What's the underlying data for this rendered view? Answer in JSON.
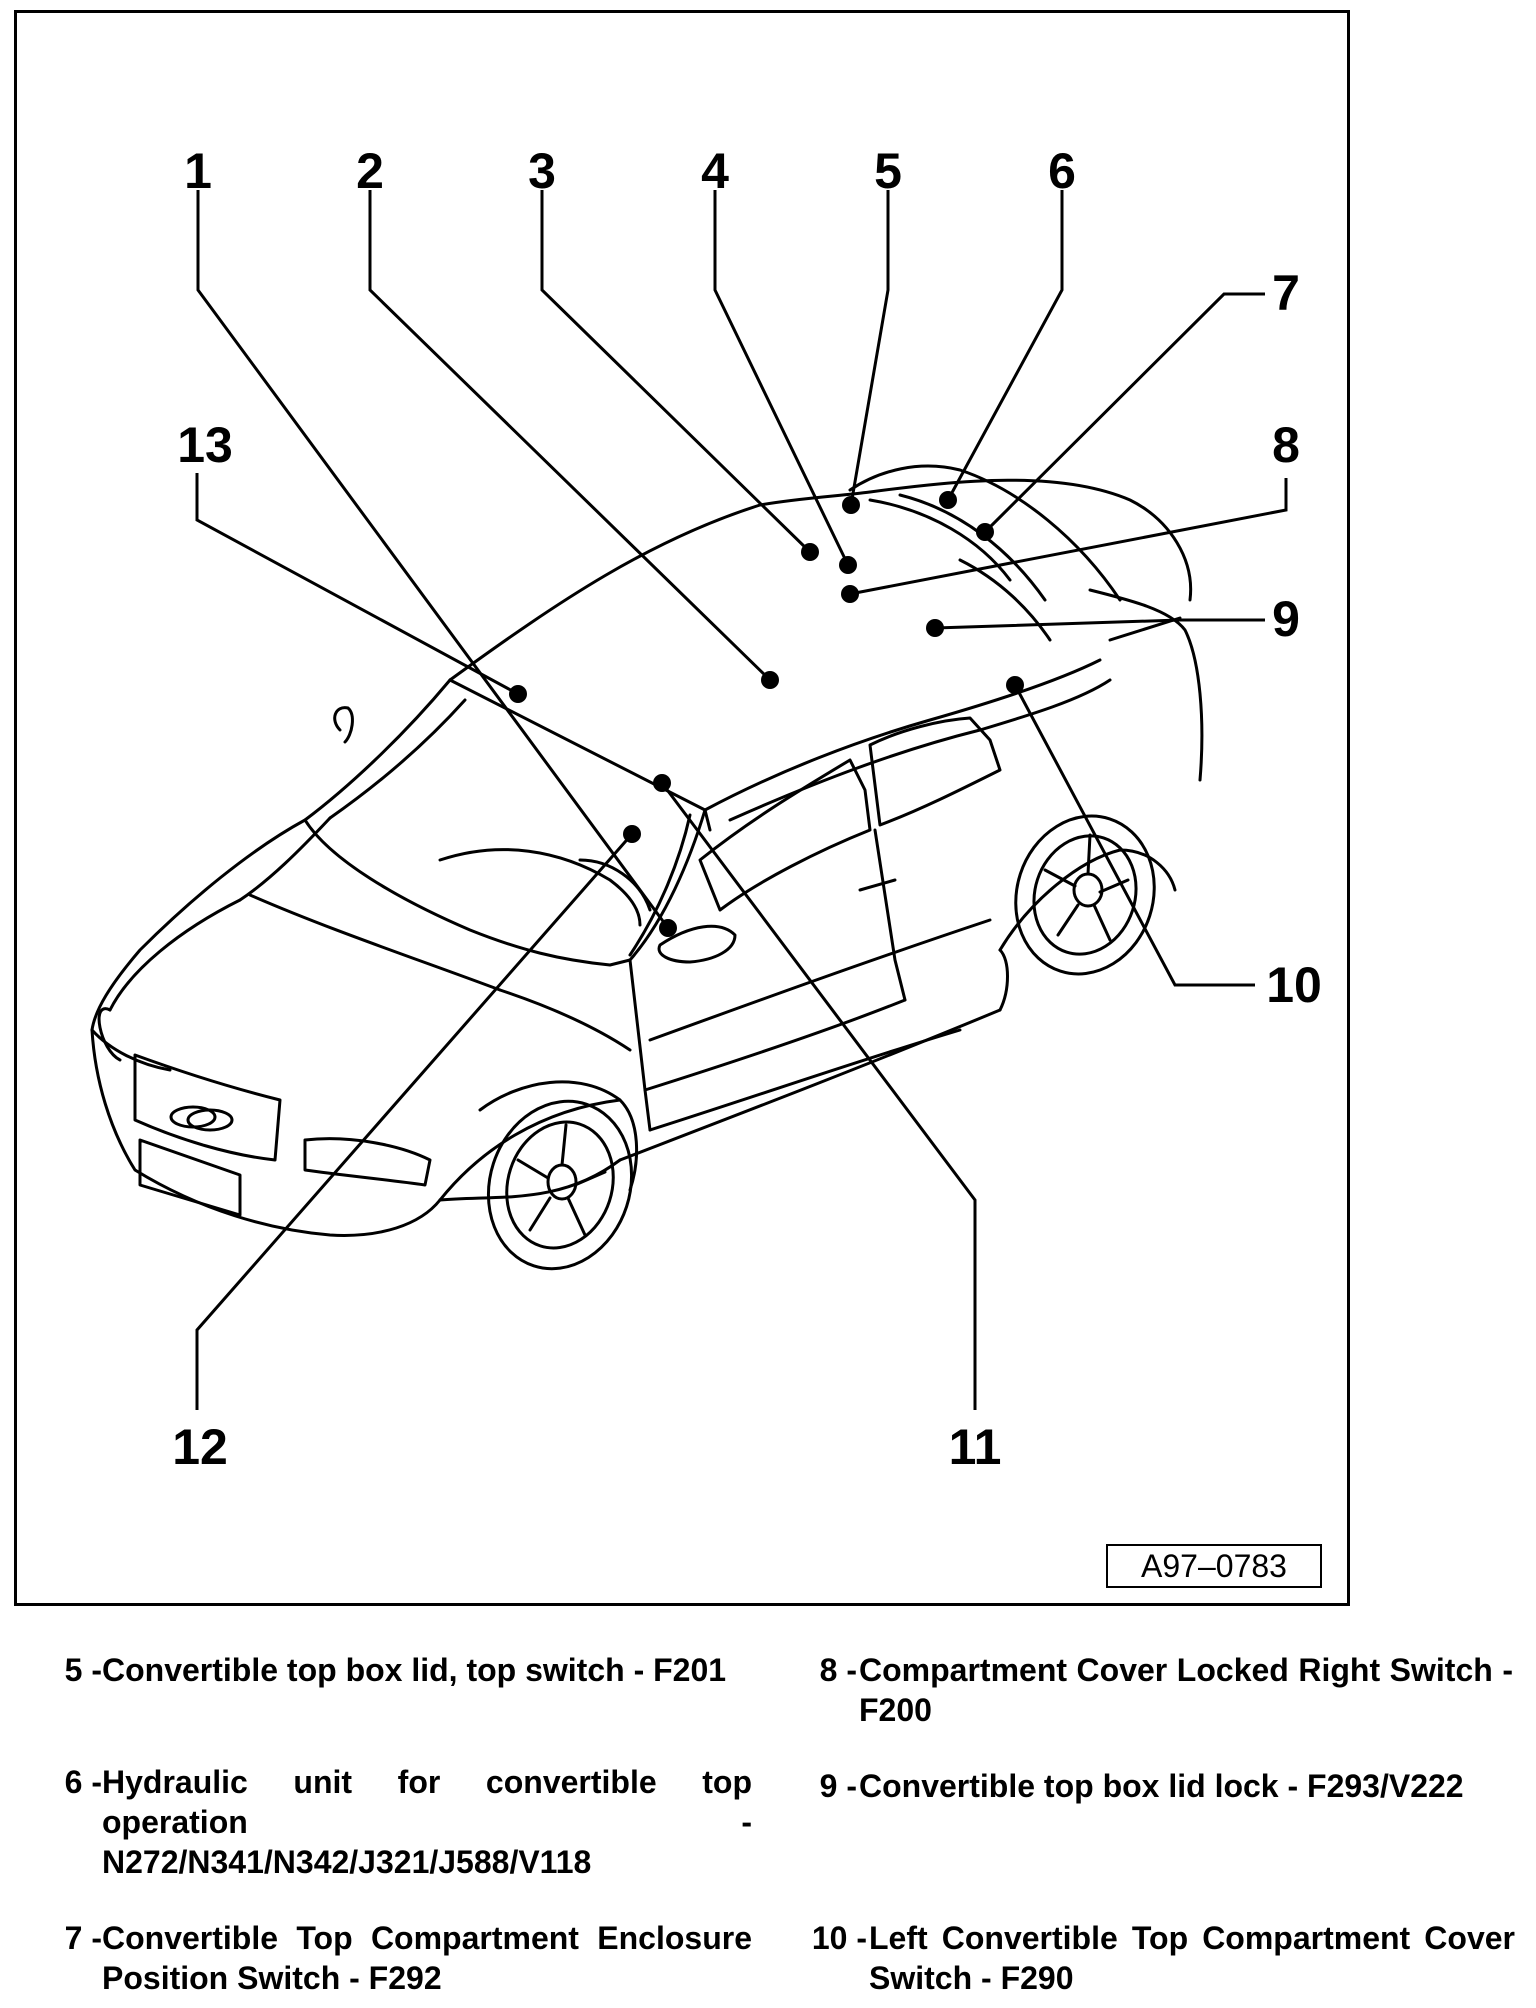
{
  "diagram": {
    "callouts": [
      "1",
      "2",
      "3",
      "4",
      "5",
      "6",
      "7",
      "8",
      "9",
      "10",
      "11",
      "12",
      "13"
    ],
    "reference": "A97–0783"
  },
  "legend": [
    {
      "num": "5 -",
      "text": "Convertible top box lid, top switch - F201"
    },
    {
      "num": "6 -",
      "text": "Hydraulic unit for convertible top operation - N272/N341/N342/J321/J588/V118"
    },
    {
      "num": "7 -",
      "text": "Convertible Top Compartment Enclosure Position Switch - F292"
    },
    {
      "num": "8 -",
      "text": "Compartment Cover Locked Right Switch - F200"
    },
    {
      "num": "9 -",
      "text": "Convertible top box lid lock - F293/V222"
    },
    {
      "num": "10 -",
      "text": "Left Convertible Top Compartment Cover Switch - F290"
    }
  ]
}
